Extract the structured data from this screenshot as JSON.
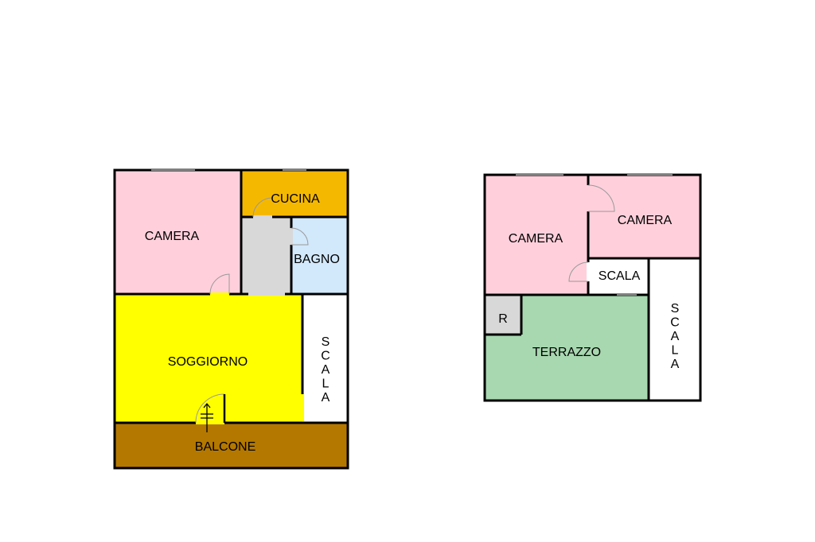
{
  "colors": {
    "camera": "#ffd0dc",
    "cucina": "#f5b800",
    "corridoio": "#d8d8d8",
    "bagno": "#d2e8fb",
    "soggiorno": "#ffff00",
    "balcone": "#b47800",
    "scala": "#ffffff",
    "terrazzo": "#a8d8b0",
    "ripostiglio": "#d8d8d8",
    "wall": "#000000",
    "door": "#999999"
  },
  "floor_1": {
    "camera": "CAMERA",
    "cucina": "CUCINA",
    "bagno": "BAGNO",
    "soggiorno": "SOGGIORNO",
    "scala": "SCALA",
    "balcone": "BALCONE"
  },
  "floor_2": {
    "camera_left": "CAMERA",
    "camera_right": "CAMERA",
    "scala_landing": "SCALA",
    "scala": "SCALA",
    "ripostiglio": "R",
    "terrazzo": "TERRAZZO"
  }
}
